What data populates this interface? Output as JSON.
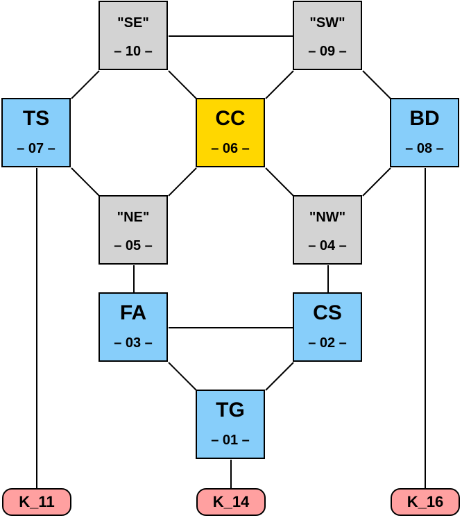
{
  "colors": {
    "gray": "#d3d3d3",
    "blue": "#87cefa",
    "gold": "#ffd700",
    "pink": "#ffa0a0",
    "edge": "#000000"
  },
  "nodes": {
    "se": {
      "title": "\"SE\"",
      "num": "– 10 –",
      "fill": "gray"
    },
    "sw": {
      "title": "\"SW\"",
      "num": "– 09 –",
      "fill": "gray"
    },
    "ts": {
      "title": "TS",
      "num": "– 07 –",
      "fill": "blue"
    },
    "cc": {
      "title": "CC",
      "num": "– 06 –",
      "fill": "gold"
    },
    "bd": {
      "title": "BD",
      "num": "– 08 –",
      "fill": "blue"
    },
    "ne": {
      "title": "\"NE\"",
      "num": "– 05 –",
      "fill": "gray"
    },
    "nw": {
      "title": "\"NW\"",
      "num": "– 04 –",
      "fill": "gray"
    },
    "fa": {
      "title": "FA",
      "num": "– 03 –",
      "fill": "blue"
    },
    "cs": {
      "title": "CS",
      "num": "– 02 –",
      "fill": "blue"
    },
    "tg": {
      "title": "TG",
      "num": "– 01 –",
      "fill": "blue"
    }
  },
  "terminals": {
    "k11": {
      "label": "K_11",
      "fill": "pink"
    },
    "k14": {
      "label": "K_14",
      "fill": "pink"
    },
    "k16": {
      "label": "K_16",
      "fill": "pink"
    }
  },
  "edges": [
    [
      "se",
      "sw"
    ],
    [
      "se",
      "ts"
    ],
    [
      "se",
      "cc"
    ],
    [
      "sw",
      "cc"
    ],
    [
      "sw",
      "bd"
    ],
    [
      "ts",
      "ne"
    ],
    [
      "cc",
      "ne"
    ],
    [
      "cc",
      "nw"
    ],
    [
      "bd",
      "nw"
    ],
    [
      "ne",
      "fa"
    ],
    [
      "nw",
      "cs"
    ],
    [
      "fa",
      "cs"
    ],
    [
      "fa",
      "tg"
    ],
    [
      "cs",
      "tg"
    ],
    [
      "ts",
      "k11"
    ],
    [
      "tg",
      "k14"
    ],
    [
      "bd",
      "k16"
    ]
  ]
}
